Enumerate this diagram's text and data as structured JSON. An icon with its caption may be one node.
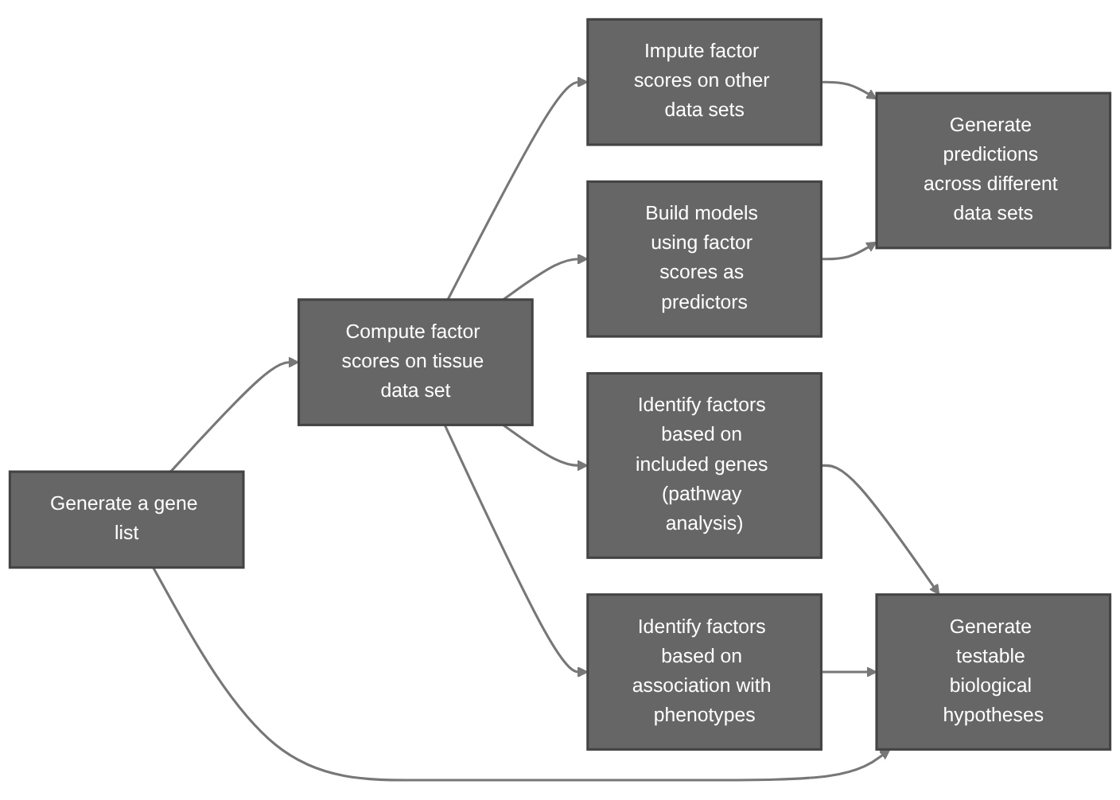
{
  "diagram": {
    "nodes": [
      {
        "text": [
          "Generate a gene list"
        ]
      },
      {
        "text": [
          "Compute factor scores on tissue data set"
        ]
      },
      {
        "text": [
          "Impute factor scores on other data sets"
        ]
      },
      {
        "text": [
          "Build models using factor scores as predictors"
        ]
      },
      {
        "text": [
          "Identify factors based on included genes (pathway analysis)"
        ]
      },
      {
        "text": [
          "Generate predictions across different data sets"
        ]
      },
      {
        "text": [
          "Identify factors based on association with phenotypes"
        ]
      },
      {
        "text": [
          "Generate testable biological hypotheses"
        ]
      }
    ],
    "edges": [
      {
        "from": 0,
        "to": 1,
        "arrow": "to"
      },
      {
        "from": 1,
        "to": 2,
        "arrow": "to"
      },
      {
        "from": 1,
        "to": 3,
        "arrow": "to"
      },
      {
        "from": 1,
        "to": 4,
        "arrow": "to"
      },
      {
        "from": 1,
        "to": 6,
        "arrow": "to"
      },
      {
        "from": 2,
        "to": 5,
        "arrow": "to"
      },
      {
        "from": 3,
        "to": 5,
        "arrow": "to"
      },
      {
        "from": 0,
        "to": 7,
        "arrow": "to"
      },
      {
        "from": 4,
        "to": 7,
        "arrow": "to"
      },
      {
        "from": 6,
        "to": 7,
        "arrow": "to"
      }
    ]
  }
}
